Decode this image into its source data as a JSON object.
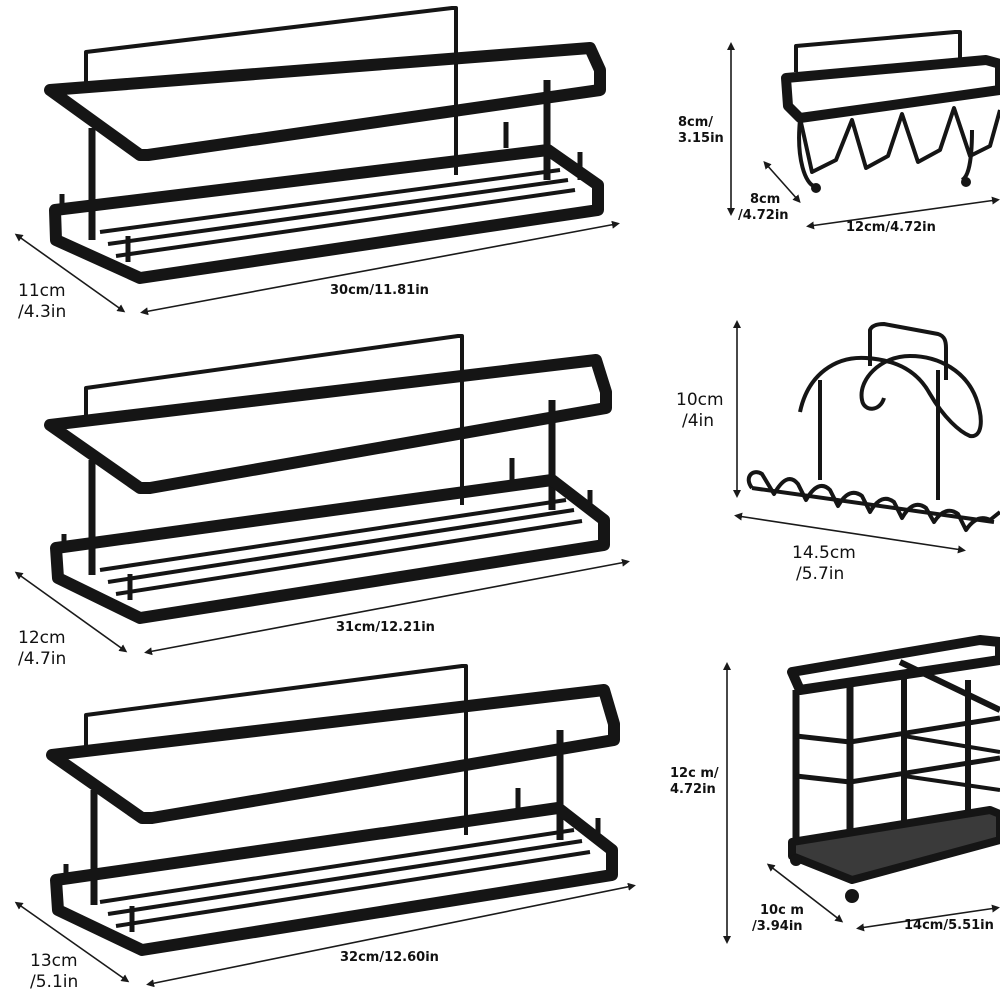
{
  "colors": {
    "metal": "#151515",
    "dimension_line": "#1a1a1a",
    "background": "#ffffff"
  },
  "racks": [
    {
      "depth_cm": "11cm",
      "depth_in": "/4.3in",
      "width": "30cm/11.81in"
    },
    {
      "depth_cm": "12cm",
      "depth_in": "/4.7in",
      "width": "31cm/12.21in"
    },
    {
      "depth_cm": "13cm",
      "depth_in": "/5.1in",
      "width": "32cm/12.60in"
    }
  ],
  "sponge_holder": {
    "height": [
      "8cm/",
      "3.15in"
    ],
    "depth": [
      "8cm",
      "/4.72in"
    ],
    "width": "12cm/4.72in"
  },
  "hook_holder": {
    "height": [
      "10cm",
      "/4in"
    ],
    "width": [
      "14.5cm",
      "/5.7in"
    ]
  },
  "utensil_holder": {
    "height": [
      "12c m/",
      "4.72in"
    ],
    "depth": [
      "10c m",
      "/3.94in"
    ],
    "width": "14cm/5.51in"
  }
}
